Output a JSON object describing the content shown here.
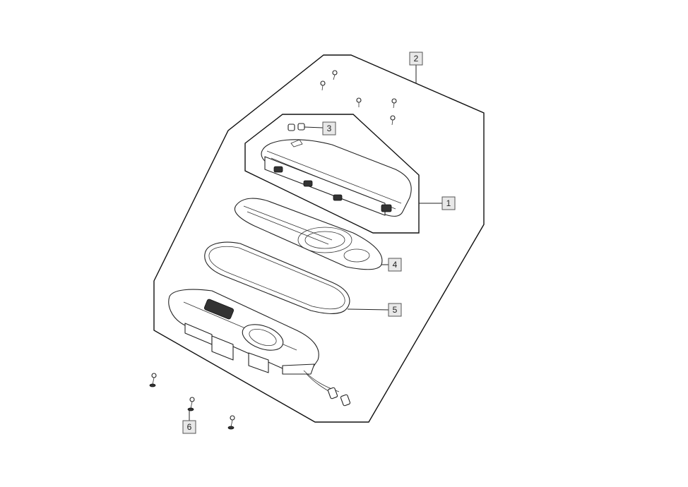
{
  "diagram": {
    "type": "exploded-parts-view",
    "callouts": [
      {
        "id": "1",
        "label": "1"
      },
      {
        "id": "2",
        "label": "2"
      },
      {
        "id": "3",
        "label": "3"
      },
      {
        "id": "4",
        "label": "4"
      },
      {
        "id": "5",
        "label": "5"
      },
      {
        "id": "6",
        "label": "6"
      }
    ]
  }
}
